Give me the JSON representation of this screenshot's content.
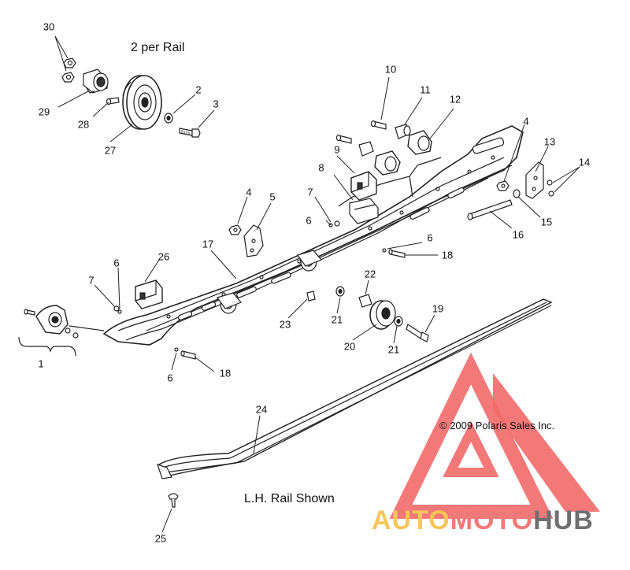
{
  "captions": {
    "per_rail": "2 per Rail",
    "rail_shown": "L.H. Rail Shown",
    "copyright": "© 2009 Polaris Sales Inc."
  },
  "watermark": {
    "part1": "AUTO",
    "part2": "MOTO",
    "part3": "HUB",
    "colors": {
      "auto": "#f7c65a",
      "moto": "#f07a78",
      "hub": "#6f6f6f",
      "triangle": "#f26a6a"
    }
  },
  "callouts": [
    {
      "id": "c30",
      "text": "30"
    },
    {
      "id": "c29",
      "text": "29"
    },
    {
      "id": "c28",
      "text": "28"
    },
    {
      "id": "c27",
      "text": "27"
    },
    {
      "id": "c2",
      "text": "2"
    },
    {
      "id": "c3",
      "text": "3"
    },
    {
      "id": "c10",
      "text": "10"
    },
    {
      "id": "c11",
      "text": "11"
    },
    {
      "id": "c12",
      "text": "12"
    },
    {
      "id": "c9",
      "text": "9"
    },
    {
      "id": "c8",
      "text": "8"
    },
    {
      "id": "c4a",
      "text": "4"
    },
    {
      "id": "c13",
      "text": "13"
    },
    {
      "id": "c14",
      "text": "14"
    },
    {
      "id": "c4b",
      "text": "4"
    },
    {
      "id": "c5",
      "text": "5"
    },
    {
      "id": "c7a",
      "text": "7"
    },
    {
      "id": "c6a",
      "text": "6"
    },
    {
      "id": "c15",
      "text": "15"
    },
    {
      "id": "c16",
      "text": "16"
    },
    {
      "id": "c17",
      "text": "17"
    },
    {
      "id": "c6b",
      "text": "6"
    },
    {
      "id": "c18a",
      "text": "18"
    },
    {
      "id": "c26",
      "text": "26"
    },
    {
      "id": "c6c",
      "text": "6"
    },
    {
      "id": "c7b",
      "text": "7"
    },
    {
      "id": "c22",
      "text": "22"
    },
    {
      "id": "c19",
      "text": "19"
    },
    {
      "id": "c23",
      "text": "23"
    },
    {
      "id": "c21a",
      "text": "21"
    },
    {
      "id": "c20",
      "text": "20"
    },
    {
      "id": "c21b",
      "text": "21"
    },
    {
      "id": "c1",
      "text": "1"
    },
    {
      "id": "c6d",
      "text": "6"
    },
    {
      "id": "c18b",
      "text": "18"
    },
    {
      "id": "c24",
      "text": "24"
    },
    {
      "id": "c25",
      "text": "25"
    }
  ]
}
